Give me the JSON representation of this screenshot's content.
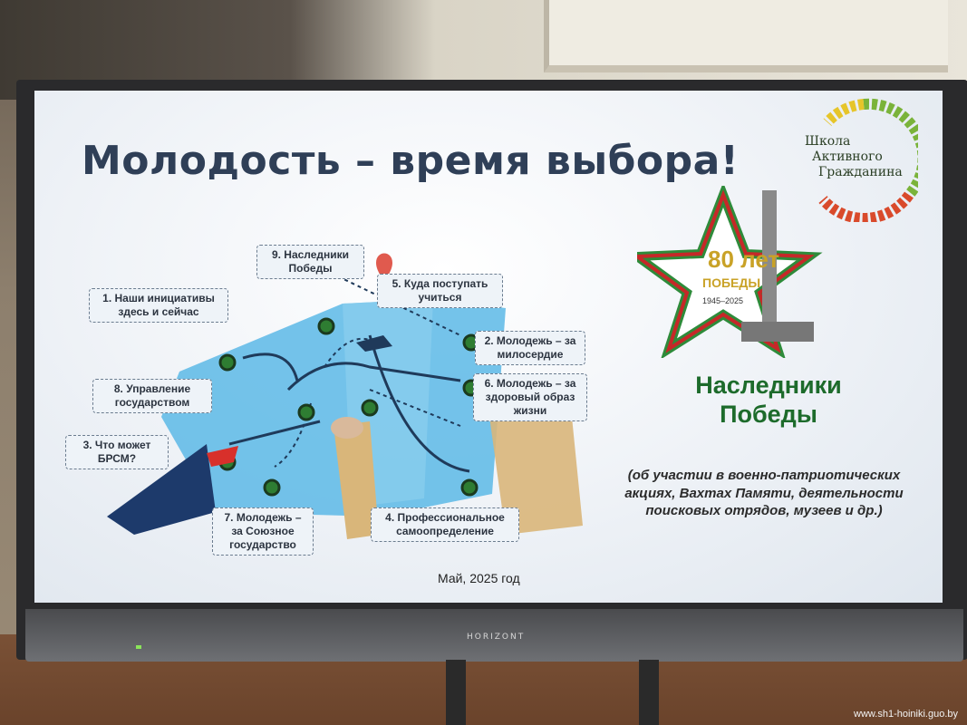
{
  "slide": {
    "title": "Молодость – время выбора!",
    "date": "Май, 2025 год",
    "school_logo": [
      "Школа",
      "Активного",
      "Гражданина"
    ],
    "anniversary_badge": {
      "top": "80 лет",
      "middle": "ПОБЕДЫ",
      "years": "1945–2025"
    },
    "heirs_title": "Наследники Победы",
    "note": "(об участии в военно-патриотических акциях, Вахтах Памяти, деятельности поисковых отрядов, музеев и др.)",
    "map_items": [
      {
        "id": 1,
        "text": "1. Наши инициативы здесь и сейчас"
      },
      {
        "id": 2,
        "text": "2. Молодежь – за милосердие"
      },
      {
        "id": 3,
        "text": "3. Что может БРСМ?"
      },
      {
        "id": 4,
        "text": "4. Профессиональное самоопределение"
      },
      {
        "id": 5,
        "text": "5. Куда поступать учиться"
      },
      {
        "id": 6,
        "text": "6. Молодежь – за здоровый образ жизни"
      },
      {
        "id": 7,
        "text": "7. Молодежь – за Союзное государство"
      },
      {
        "id": 8,
        "text": "8. Управление государством"
      },
      {
        "id": 9,
        "text": "9. Наследники Победы"
      }
    ],
    "brsm_label": "БРСМ"
  },
  "device": {
    "brand": "HORIZONT"
  },
  "watermark": "www.sh1-hoiniki.guo.by",
  "colors": {
    "title": "#2f3f57",
    "heirs": "#1d6b2b",
    "node": "#2e7d32",
    "paper": "#5cb8e6"
  }
}
